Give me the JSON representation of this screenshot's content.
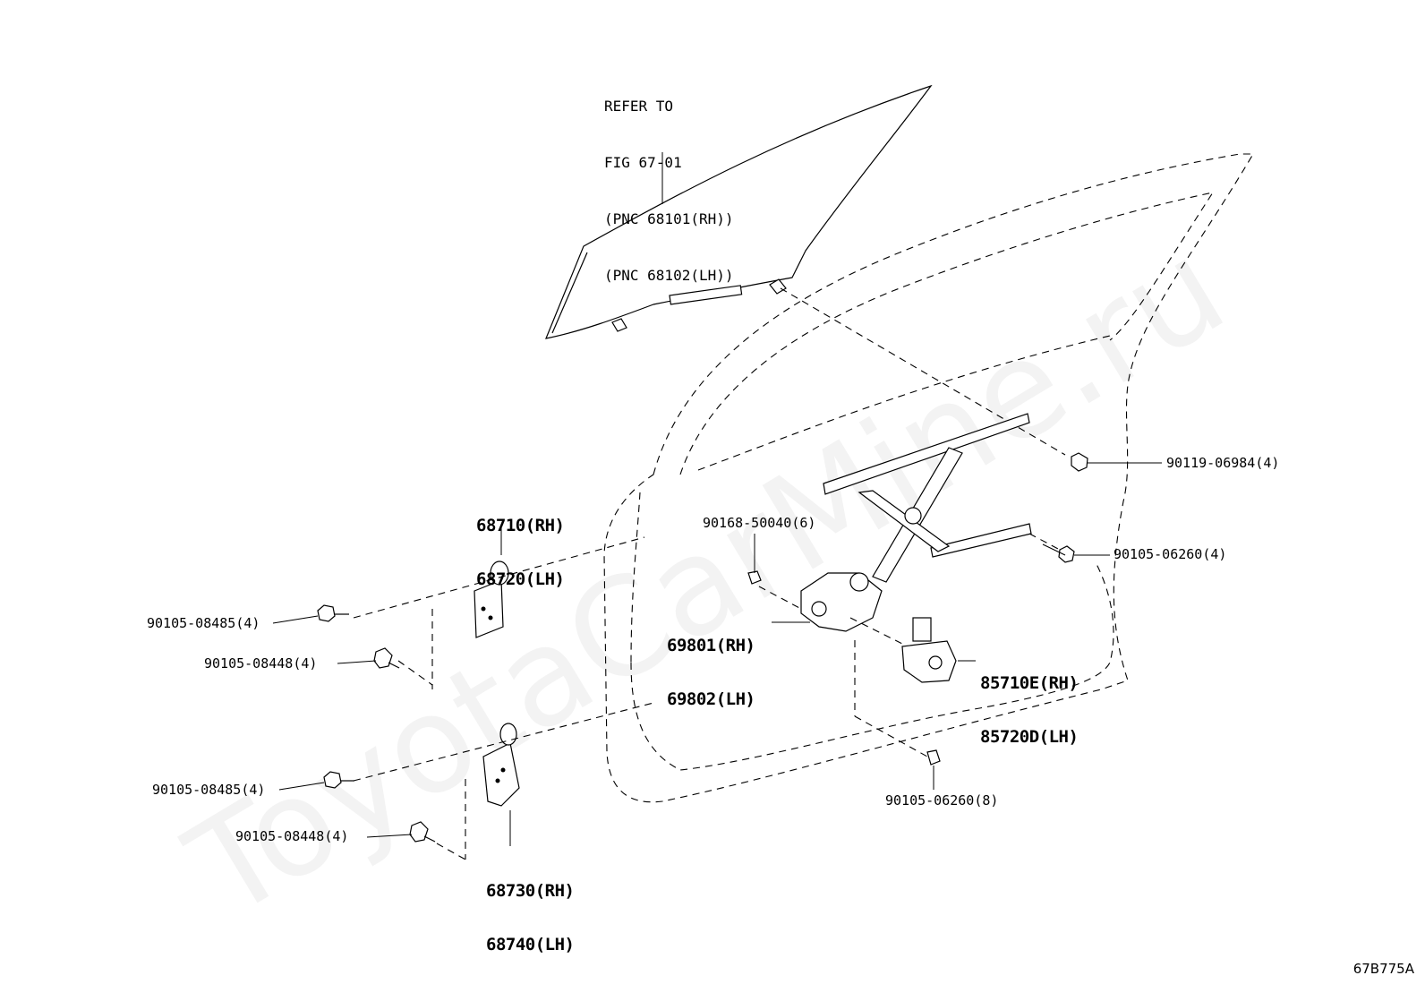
{
  "figure_code": "67B775A",
  "watermark": "ToyotaCarMine.ru",
  "glass_reference": {
    "lines": [
      "REFER TO",
      "FIG 67-01",
      "(PNC 68101(RH))",
      "(PNC 68102(LH))"
    ]
  },
  "callouts": {
    "upper_hinge": [
      "68710(RH)",
      "68720(LH)"
    ],
    "lower_hinge": [
      "68730(RH)",
      "68740(LH)"
    ],
    "regulator": [
      "69801(RH)",
      "69802(LH)"
    ],
    "motor": [
      "85710E(RH)",
      "85720D(LH)"
    ],
    "bolt_upper_hinge_a": "90105-08485(4)",
    "bolt_upper_hinge_b": "90105-08448(4)",
    "bolt_lower_hinge_a": "90105-08485(4)",
    "bolt_lower_hinge_b": "90105-08448(4)",
    "bolt_regulator_top": "90168-50040(6)",
    "bolt_glass_channel": "90119-06984(4)",
    "bolt_regulator_arm": "90105-06260(4)",
    "bolt_regulator_bottom": "90105-06260(8)"
  }
}
